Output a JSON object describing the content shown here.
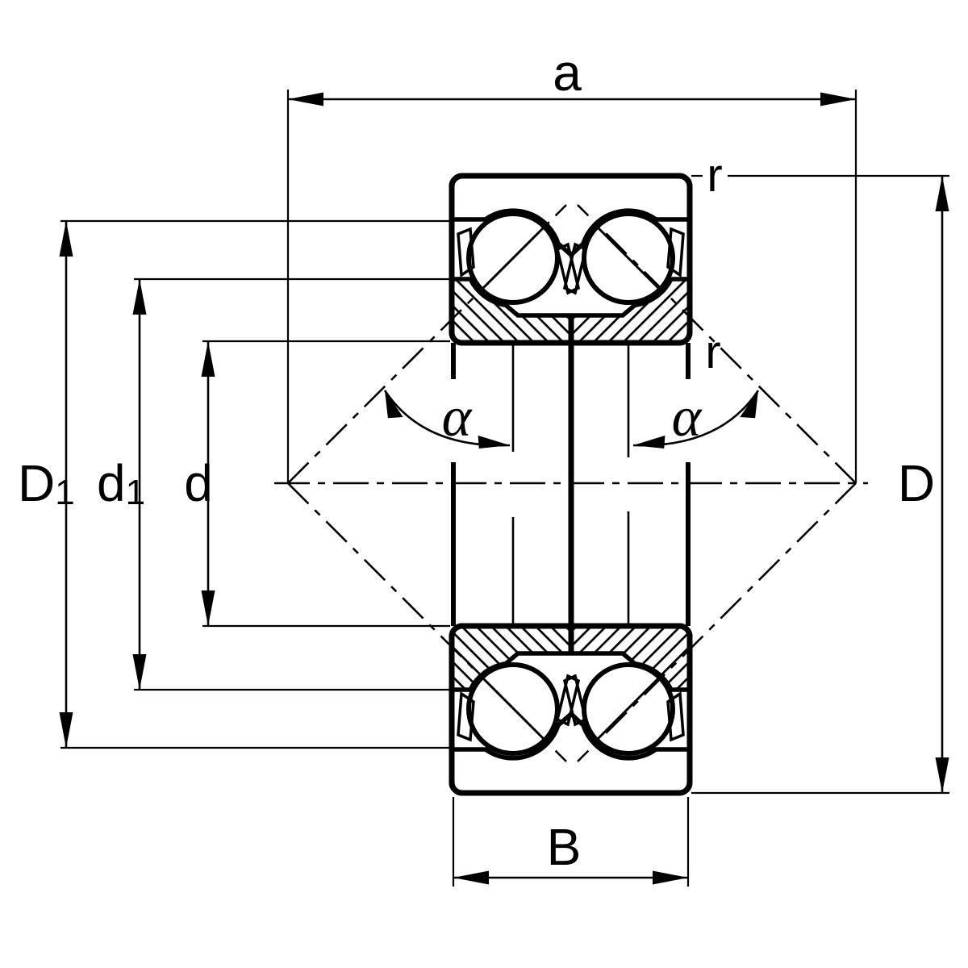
{
  "labels": {
    "distance_a": "a",
    "outer_diameter": "D",
    "outer_shoulder_base": "D",
    "outer_shoulder_sub": "1",
    "inner_shoulder_base": "d",
    "inner_shoulder_sub": "1",
    "bore_diameter": "d",
    "width_B": "B",
    "radius_top": "r",
    "radius_bottom": "r",
    "contact_angle_left": "α",
    "contact_angle_right": "α"
  },
  "colors": {
    "line": "#000000",
    "background": "#ffffff"
  }
}
